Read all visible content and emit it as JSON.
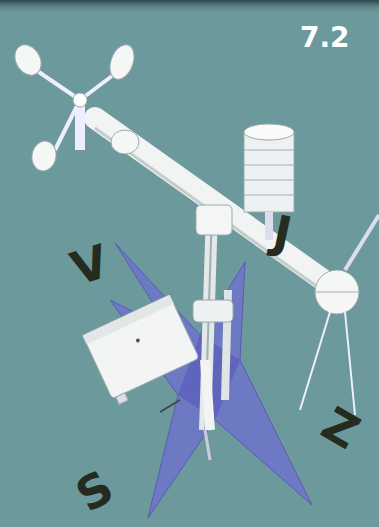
{
  "diagram": {
    "labels": [
      "7.2",
      "V",
      "J",
      "Z",
      "S"
    ]
  }
}
